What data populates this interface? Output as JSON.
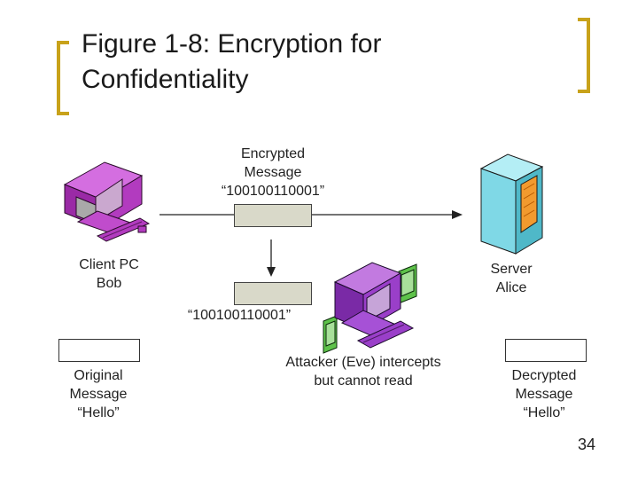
{
  "slide": {
    "title_line1": "Figure 1-8: Encryption for",
    "title_line2": "Confidentiality",
    "page_number": "34"
  },
  "top_packet": {
    "line1": "Encrypted",
    "line2": "Message",
    "line3": "“100100110001”"
  },
  "client": {
    "line1": "Client PC",
    "line2": "Bob"
  },
  "server": {
    "line1": "Server",
    "line2": "Alice"
  },
  "intercepted_packet": {
    "label": "“100100110001”"
  },
  "original": {
    "line1": "Original",
    "line2": "Message",
    "line3": "“Hello”"
  },
  "attacker": {
    "line1": "Attacker (Eve) intercepts",
    "line2": "but cannot read"
  },
  "decrypted": {
    "line1": "Decrypted",
    "line2": "Message",
    "line3": "“Hello”"
  },
  "colors": {
    "bracket": "#c8a21a",
    "client_pc": "#b23bbf",
    "server": "#7fd8e6",
    "attacker_pc": "#9a3fc9",
    "attacker_monitors": "#5ec24a",
    "packet": "#d9d9c9"
  },
  "icons": [
    "client-pc-icon",
    "server-icon",
    "attacker-pc-icon"
  ]
}
